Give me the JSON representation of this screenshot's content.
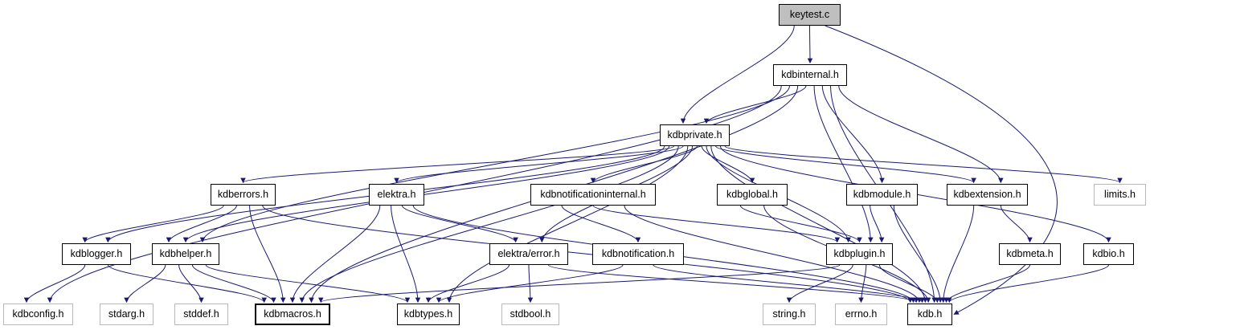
{
  "diagram": {
    "kind": "include-dependency-graph",
    "root": "keytest.c",
    "colors": {
      "background": "#ffffff",
      "current_node_fill": "#bfbfbf",
      "node_border": "#000000",
      "external_node_border": "#b9b9b9",
      "edge": "#191970",
      "text": "#000000"
    },
    "nodes": [
      {
        "id": "keytest.c",
        "label": "keytest.c",
        "type": "current"
      },
      {
        "id": "kdbinternal.h",
        "label": "kdbinternal.h",
        "type": "internal"
      },
      {
        "id": "kdbprivate.h",
        "label": "kdbprivate.h",
        "type": "internal"
      },
      {
        "id": "kdberrors.h",
        "label": "kdberrors.h",
        "type": "internal"
      },
      {
        "id": "elektra.h",
        "label": "elektra.h",
        "type": "internal"
      },
      {
        "id": "kdbnotificationinternal.h",
        "label": "kdbnotificationinternal.h",
        "type": "internal"
      },
      {
        "id": "kdbglobal.h",
        "label": "kdbglobal.h",
        "type": "internal"
      },
      {
        "id": "kdbmodule.h",
        "label": "kdbmodule.h",
        "type": "internal"
      },
      {
        "id": "kdbextension.h",
        "label": "kdbextension.h",
        "type": "internal"
      },
      {
        "id": "limits.h",
        "label": "limits.h",
        "type": "external"
      },
      {
        "id": "kdblogger.h",
        "label": "kdblogger.h",
        "type": "internal"
      },
      {
        "id": "kdbhelper.h",
        "label": "kdbhelper.h",
        "type": "internal"
      },
      {
        "id": "elektra/error.h",
        "label": "elektra/error.h",
        "type": "internal"
      },
      {
        "id": "kdbnotification.h",
        "label": "kdbnotification.h",
        "type": "internal"
      },
      {
        "id": "kdbplugin.h",
        "label": "kdbplugin.h",
        "type": "internal"
      },
      {
        "id": "kdbmeta.h",
        "label": "kdbmeta.h",
        "type": "internal"
      },
      {
        "id": "kdbio.h",
        "label": "kdbio.h",
        "type": "internal"
      },
      {
        "id": "kdbconfig.h",
        "label": "kdbconfig.h",
        "type": "external"
      },
      {
        "id": "stdarg.h",
        "label": "stdarg.h",
        "type": "external"
      },
      {
        "id": "stddef.h",
        "label": "stddef.h",
        "type": "external"
      },
      {
        "id": "kdbmacros.h",
        "label": "kdbmacros.h",
        "type": "internal",
        "emphasized": true
      },
      {
        "id": "kdbtypes.h",
        "label": "kdbtypes.h",
        "type": "internal"
      },
      {
        "id": "stdbool.h",
        "label": "stdbool.h",
        "type": "external"
      },
      {
        "id": "string.h",
        "label": "string.h",
        "type": "external"
      },
      {
        "id": "errno.h",
        "label": "errno.h",
        "type": "external"
      },
      {
        "id": "kdb.h",
        "label": "kdb.h",
        "type": "internal"
      }
    ],
    "edges": [
      {
        "from": "keytest.c",
        "to": "kdbinternal.h"
      },
      {
        "from": "keytest.c",
        "to": "kdbprivate.h"
      },
      {
        "from": "keytest.c",
        "to": "kdb.h"
      },
      {
        "from": "kdbinternal.h",
        "to": "kdbprivate.h"
      },
      {
        "from": "kdbinternal.h",
        "to": "kdbconfig.h"
      },
      {
        "from": "kdbinternal.h",
        "to": "kdbextension.h"
      },
      {
        "from": "kdbinternal.h",
        "to": "kdbhelper.h"
      },
      {
        "from": "kdbinternal.h",
        "to": "kdbmacros.h"
      },
      {
        "from": "kdbinternal.h",
        "to": "kdbmodule.h"
      },
      {
        "from": "kdbinternal.h",
        "to": "kdbplugin.h"
      },
      {
        "from": "kdbinternal.h",
        "to": "kdb.h"
      },
      {
        "from": "kdbprivate.h",
        "to": "kdberrors.h"
      },
      {
        "from": "kdbprivate.h",
        "to": "elektra.h"
      },
      {
        "from": "kdbprivate.h",
        "to": "kdbnotificationinternal.h"
      },
      {
        "from": "kdbprivate.h",
        "to": "kdbglobal.h"
      },
      {
        "from": "kdbprivate.h",
        "to": "kdbextension.h"
      },
      {
        "from": "kdbprivate.h",
        "to": "limits.h"
      },
      {
        "from": "kdbprivate.h",
        "to": "kdbhelper.h"
      },
      {
        "from": "kdbprivate.h",
        "to": "kdblogger.h"
      },
      {
        "from": "kdbprivate.h",
        "to": "kdbmacros.h"
      },
      {
        "from": "kdbprivate.h",
        "to": "kdbtypes.h"
      },
      {
        "from": "kdbprivate.h",
        "to": "elektra/error.h"
      },
      {
        "from": "kdbprivate.h",
        "to": "kdbplugin.h"
      },
      {
        "from": "kdbprivate.h",
        "to": "kdbio.h"
      },
      {
        "from": "kdbprivate.h",
        "to": "kdb.h"
      },
      {
        "from": "kdberrors.h",
        "to": "kdblogger.h"
      },
      {
        "from": "kdberrors.h",
        "to": "kdbhelper.h"
      },
      {
        "from": "kdberrors.h",
        "to": "kdbmacros.h"
      },
      {
        "from": "kdberrors.h",
        "to": "kdb.h"
      },
      {
        "from": "elektra.h",
        "to": "elektra/error.h"
      },
      {
        "from": "elektra.h",
        "to": "kdbtypes.h"
      },
      {
        "from": "elektra.h",
        "to": "kdbmacros.h"
      },
      {
        "from": "elektra.h",
        "to": "kdb.h"
      },
      {
        "from": "kdbnotificationinternal.h",
        "to": "kdbnotification.h"
      },
      {
        "from": "kdbnotificationinternal.h",
        "to": "kdbplugin.h"
      },
      {
        "from": "kdbnotificationinternal.h",
        "to": "kdb.h"
      },
      {
        "from": "kdbglobal.h",
        "to": "kdbplugin.h"
      },
      {
        "from": "kdbglobal.h",
        "to": "kdb.h"
      },
      {
        "from": "kdbmodule.h",
        "to": "kdbplugin.h"
      },
      {
        "from": "kdbmodule.h",
        "to": "kdb.h"
      },
      {
        "from": "kdbextension.h",
        "to": "kdbmeta.h"
      },
      {
        "from": "kdbextension.h",
        "to": "kdb.h"
      },
      {
        "from": "kdblogger.h",
        "to": "kdbconfig.h"
      },
      {
        "from": "kdblogger.h",
        "to": "kdbmacros.h"
      },
      {
        "from": "kdbhelper.h",
        "to": "stdarg.h"
      },
      {
        "from": "kdbhelper.h",
        "to": "stddef.h"
      },
      {
        "from": "kdbhelper.h",
        "to": "kdbmacros.h"
      },
      {
        "from": "kdbhelper.h",
        "to": "kdbtypes.h"
      },
      {
        "from": "elektra/error.h",
        "to": "stdbool.h"
      },
      {
        "from": "elektra/error.h",
        "to": "kdbtypes.h"
      },
      {
        "from": "elektra/error.h",
        "to": "kdb.h"
      },
      {
        "from": "kdbnotification.h",
        "to": "kdbtypes.h"
      },
      {
        "from": "kdbnotification.h",
        "to": "kdb.h"
      },
      {
        "from": "kdbplugin.h",
        "to": "kdbmacros.h"
      },
      {
        "from": "kdbplugin.h",
        "to": "string.h"
      },
      {
        "from": "kdbplugin.h",
        "to": "errno.h"
      },
      {
        "from": "kdbplugin.h",
        "to": "kdb.h"
      },
      {
        "from": "kdbmeta.h",
        "to": "kdb.h"
      },
      {
        "from": "kdbio.h",
        "to": "kdb.h"
      }
    ]
  }
}
